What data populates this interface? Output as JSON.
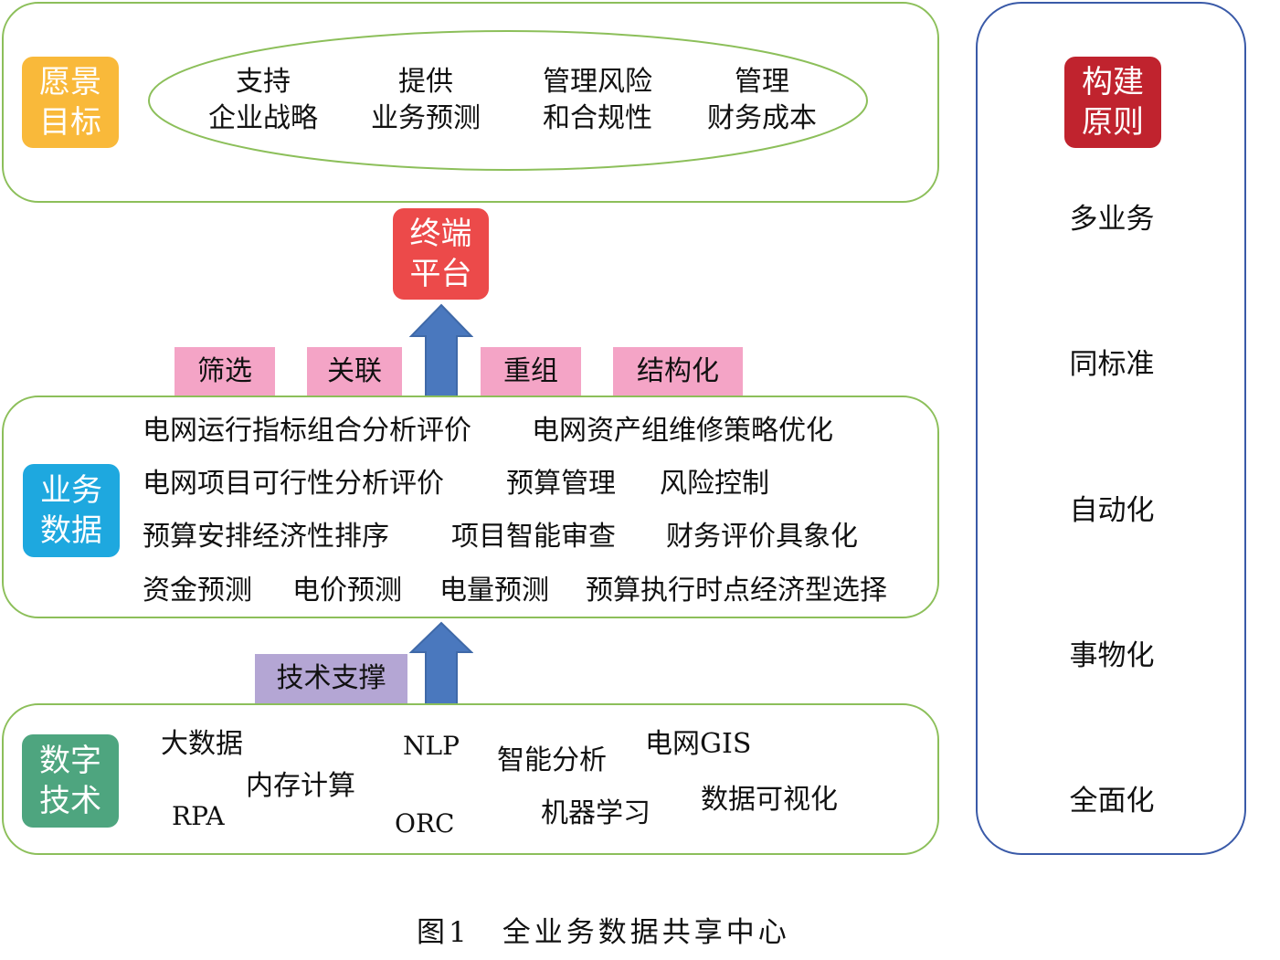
{
  "vision": {
    "badge_line1": "愿景",
    "badge_line2": "目标",
    "goals": [
      {
        "line1": "支持",
        "line2": "企业战略"
      },
      {
        "line1": "提供",
        "line2": "业务预测"
      },
      {
        "line1": "管理风险",
        "line2": "和合规性"
      },
      {
        "line1": "管理",
        "line2": "财务成本"
      }
    ]
  },
  "terminal": {
    "line1": "终端",
    "line2": "平台"
  },
  "operations": [
    "筛选",
    "关联",
    "重组",
    "结构化"
  ],
  "business": {
    "badge_line1": "业务",
    "badge_line2": "数据",
    "rows": [
      [
        "电网运行指标组合分析评价",
        "电网资产组维修策略优化"
      ],
      [
        "电网项目可行性分析评价",
        "预算管理",
        "风险控制"
      ],
      [
        "预算安排经济性排序",
        "项目智能审查",
        "财务评价具象化"
      ],
      [
        "资金预测",
        "电价预测",
        "电量预测",
        "预算执行时点经济型选择"
      ]
    ]
  },
  "support_label": "技术支撑",
  "tech": {
    "badge_line1": "数字",
    "badge_line2": "技术",
    "items": [
      "大数据",
      "NLP",
      "智能分析",
      "电网GIS",
      "内存计算",
      "数据可视化",
      "RPA",
      "ORC",
      "机器学习"
    ]
  },
  "principles": {
    "badge_line1": "构建",
    "badge_line2": "原则",
    "items": [
      "多业务",
      "同标准",
      "自动化",
      "事物化",
      "全面化"
    ]
  },
  "caption": "图1　全业务数据共享中心",
  "colors": {
    "panel_border": "#8cbf5a",
    "principle_border": "#3a5aa8",
    "vision_badge": "#f9b93a",
    "terminal_badge": "#ec4a4a",
    "business_badge": "#1ea8df",
    "tech_badge": "#4ea57f",
    "principle_badge": "#c0232e",
    "operation_tag": "#f4a4c6",
    "support_tag": "#b4a6d4",
    "arrow": "#4a78be"
  }
}
